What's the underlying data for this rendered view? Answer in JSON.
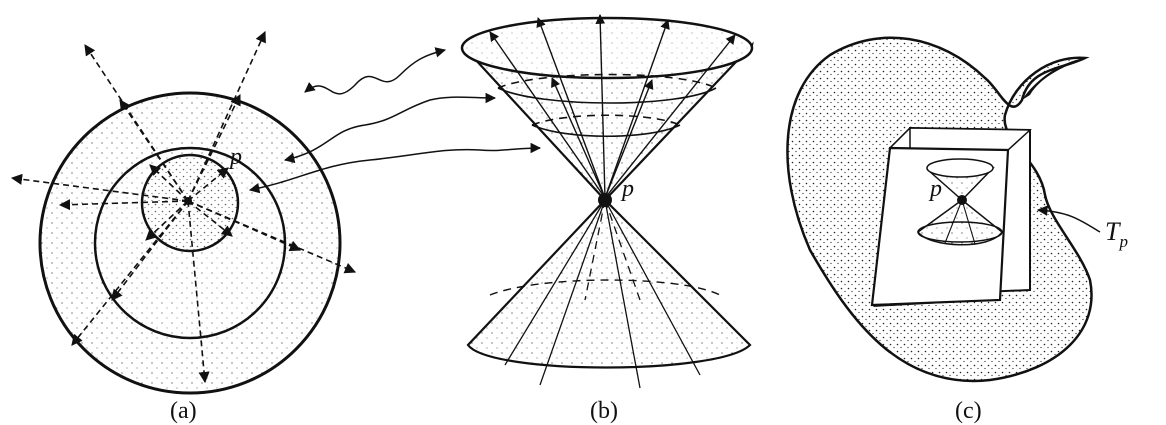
{
  "panels": [
    {
      "caption": "(a)",
      "point_label": "p"
    },
    {
      "caption": "(b)",
      "point_label": "p"
    },
    {
      "caption": "(c)",
      "point_label": "p",
      "tangent_label_main": "T",
      "tangent_label_sub": "p"
    }
  ],
  "colors": {
    "ink": "#111111",
    "background": "#ffffff"
  }
}
